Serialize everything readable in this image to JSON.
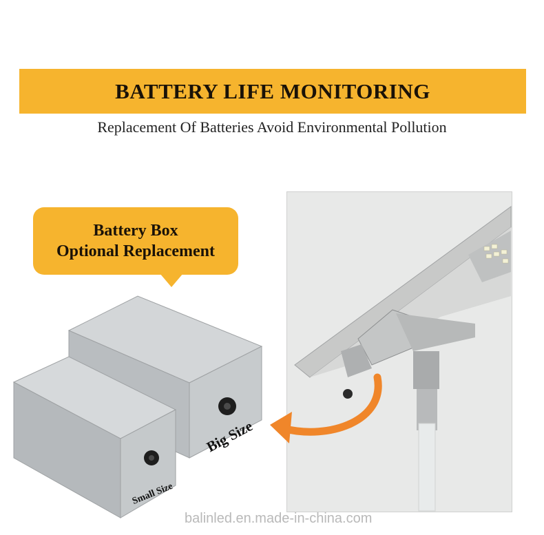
{
  "banner": {
    "title": "BATTERY LIFE MONITORING",
    "color": "#f6b42e"
  },
  "subtitle": "Replacement Of Batteries Avoid Environmental Pollution",
  "bubble": {
    "line1": "Battery Box",
    "line2": "Optional Replacement"
  },
  "labels": {
    "big": "Big Size",
    "small": "Small Size"
  },
  "watermark": "balinled.en.made-in-china.com",
  "colors": {
    "accent": "#f6b42e",
    "arrow": "#f0862a",
    "battery": "#b9bdc0"
  },
  "icons": [
    "battery-box-big",
    "battery-box-small",
    "knob-icon",
    "curved-arrow",
    "street-light-photo"
  ]
}
